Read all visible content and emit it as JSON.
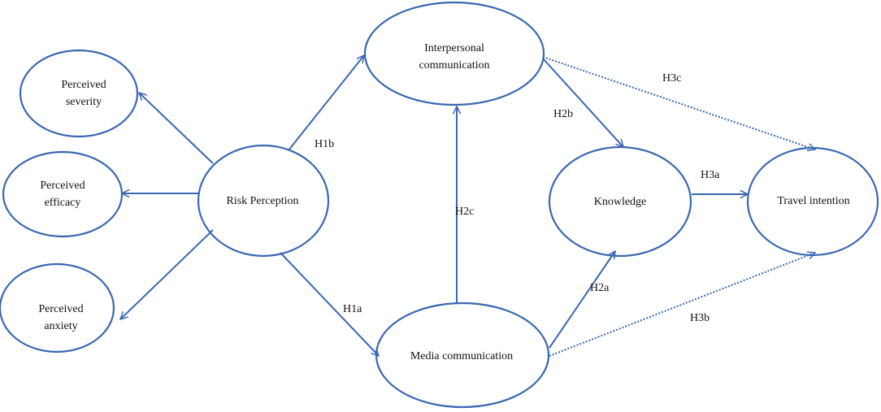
{
  "colors": {
    "stroke": "#3a67b1",
    "text": "#111111",
    "background": "#ffffff"
  },
  "nodes": {
    "perceived_severity": {
      "line1": "Perceived",
      "line2": "severity"
    },
    "perceived_efficacy": {
      "line1": "Perceived",
      "line2": "efficacy"
    },
    "perceived_anxiety": {
      "line1": "Perceived",
      "line2": "anxiety"
    },
    "risk_perception": {
      "label": "Risk Perception"
    },
    "interpersonal_communication": {
      "line1": "Interpersonal",
      "line2": "communication"
    },
    "media_communication": {
      "label": "Media communication"
    },
    "knowledge": {
      "label": "Knowledge"
    },
    "travel_intention": {
      "label": "Travel intention"
    }
  },
  "hypotheses": {
    "h1a": "H1a",
    "h1b": "H1b",
    "h2a": "H2a",
    "h2b": "H2b",
    "h2c": "H2c",
    "h3a": "H3a",
    "h3b": "H3b",
    "h3c": "H3c"
  }
}
